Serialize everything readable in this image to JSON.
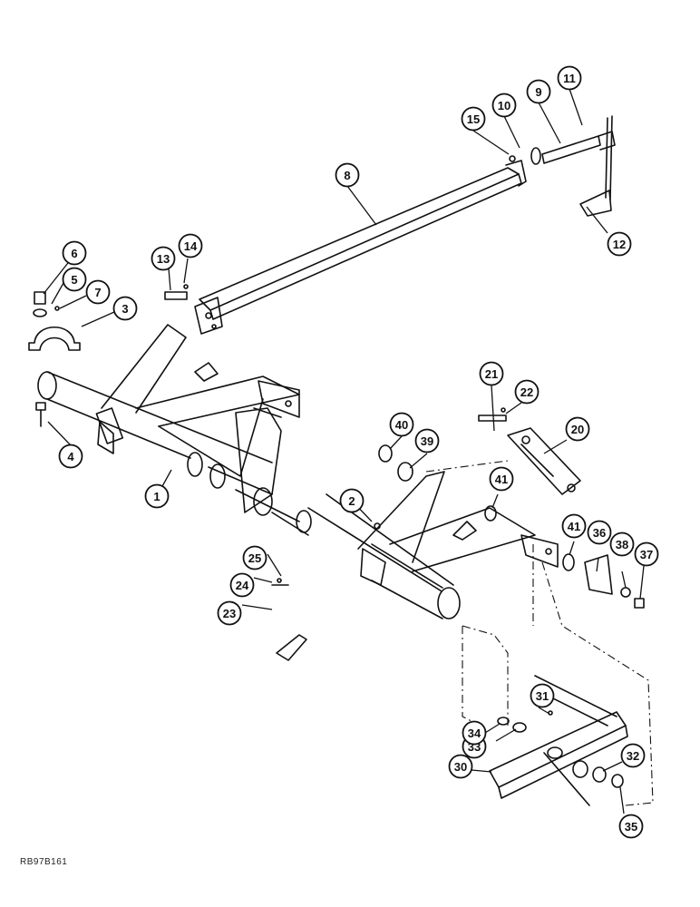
{
  "reference_code": "RB97B161",
  "callouts": [
    {
      "id": "c1",
      "label": "1"
    },
    {
      "id": "c2",
      "label": "2"
    },
    {
      "id": "c3",
      "label": "3"
    },
    {
      "id": "c4",
      "label": "4"
    },
    {
      "id": "c5",
      "label": "5"
    },
    {
      "id": "c6",
      "label": "6"
    },
    {
      "id": "c7",
      "label": "7"
    },
    {
      "id": "c8",
      "label": "8"
    },
    {
      "id": "c9",
      "label": "9"
    },
    {
      "id": "c10",
      "label": "10"
    },
    {
      "id": "c11",
      "label": "11"
    },
    {
      "id": "c12",
      "label": "12"
    },
    {
      "id": "c13",
      "label": "13"
    },
    {
      "id": "c14",
      "label": "14"
    },
    {
      "id": "c15",
      "label": "15"
    },
    {
      "id": "c20",
      "label": "20"
    },
    {
      "id": "c21",
      "label": "21"
    },
    {
      "id": "c22",
      "label": "22"
    },
    {
      "id": "c23",
      "label": "23"
    },
    {
      "id": "c24",
      "label": "24"
    },
    {
      "id": "c25",
      "label": "25"
    },
    {
      "id": "c30",
      "label": "30"
    },
    {
      "id": "c31",
      "label": "31"
    },
    {
      "id": "c32",
      "label": "32"
    },
    {
      "id": "c33",
      "label": "33"
    },
    {
      "id": "c34",
      "label": "34"
    },
    {
      "id": "c35",
      "label": "35"
    },
    {
      "id": "c36",
      "label": "36"
    },
    {
      "id": "c37",
      "label": "37"
    },
    {
      "id": "c38",
      "label": "38"
    },
    {
      "id": "c39",
      "label": "39"
    },
    {
      "id": "c40",
      "label": "40"
    },
    {
      "id": "c41a",
      "label": "41"
    },
    {
      "id": "c41b",
      "label": "41"
    }
  ]
}
